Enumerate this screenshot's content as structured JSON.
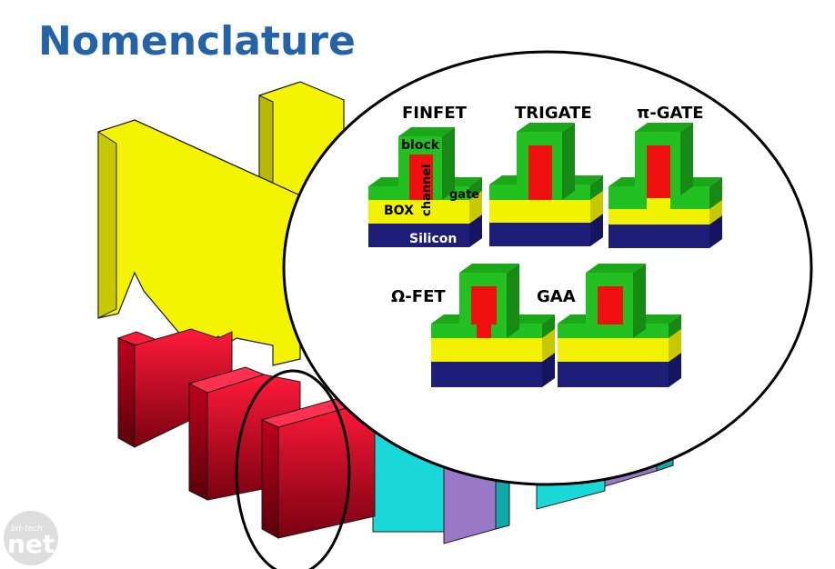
{
  "slide": {
    "title": "Nomenclature"
  },
  "structures": [
    {
      "id": "finfet",
      "label": "FINFET"
    },
    {
      "id": "trigate",
      "label": "TRIGATE"
    },
    {
      "id": "pigate",
      "label": "π-GATE"
    },
    {
      "id": "omegafet",
      "label": "Ω-FET"
    },
    {
      "id": "gaa",
      "label": "GAA"
    }
  ],
  "finfet_parts": {
    "block": "block",
    "channel": "channel",
    "gate": "gate",
    "box": "BOX",
    "silicon": "Silicon"
  },
  "colors": {
    "title": "#2463a8",
    "gate": "#22c020",
    "gate_dark": "#168a14",
    "channel": "#f01010",
    "box": "#f2f200",
    "silicon": "#1e1e78",
    "fin_red": "#d8102a",
    "cyan": "#1ad8d8",
    "purple": "#9a78c8",
    "yellow_arrow": "#f4f400"
  },
  "logo": {
    "top": "bit-tech",
    "main": "net"
  }
}
